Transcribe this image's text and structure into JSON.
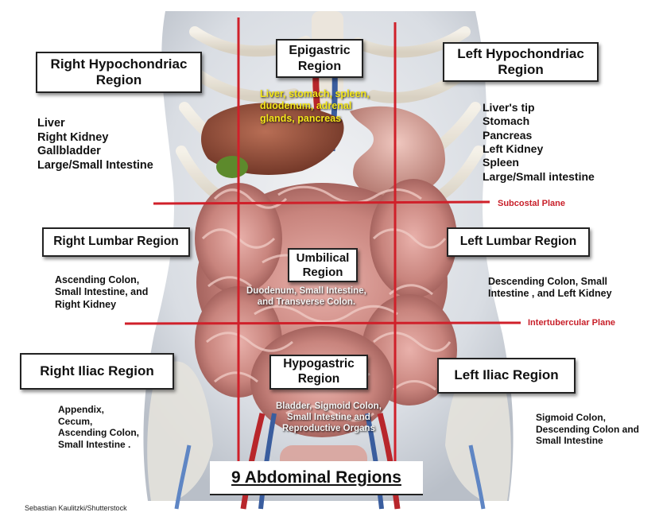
{
  "regions": {
    "right_hypochondriac": {
      "label": "Right Hypochondriac\nRegion",
      "organs": "Liver\nRight Kidney\nGallbladder\nLarge/Small Intestine"
    },
    "epigastric": {
      "label": "Epigastric\nRegion",
      "organs": "Liver, stomach, spleen,\nduodenum, adrenal\nglands, pancreas"
    },
    "left_hypochondriac": {
      "label": "Left Hypochondriac\nRegion",
      "organs": "Liver's tip\nStomach\nPancreas\nLeft Kidney\nSpleen\nLarge/Small intestine"
    },
    "right_lumbar": {
      "label": "Right Lumbar Region",
      "organs": "Ascending Colon,\nSmall Intestine, and\nRight Kidney"
    },
    "umbilical": {
      "label": "Umbilical\nRegion",
      "organs": "Duodenum, Small Intestine,\nand Transverse Colon."
    },
    "left_lumbar": {
      "label": "Left Lumbar Region",
      "organs": "Descending Colon, Small\nIntestine ,  and Left Kidney"
    },
    "right_iliac": {
      "label": "Right Iliac Region",
      "organs": "Appendix,\nCecum,\nAscending Colon,\nSmall Intestine  ."
    },
    "hypogastric": {
      "label": "Hypogastric\nRegion",
      "organs": "Bladder, Sigmoid Colon,\nSmall Intestine    and\nReproductive Organs"
    },
    "left_iliac": {
      "label": "Left Iliac Region",
      "organs": "Sigmoid Colon,\nDescending Colon and\nSmall Intestine"
    }
  },
  "planes": {
    "subcostal": "Subcostal Plane",
    "intertubercular": "Intertubercular Plane"
  },
  "title": "9 Abdominal Regions",
  "credit": "Sebastian Kaulitzki/Shutterstock",
  "colors": {
    "grid_line": "#d0202a",
    "epigastric_organs": "#f4e61a",
    "box_border": "#222222"
  }
}
